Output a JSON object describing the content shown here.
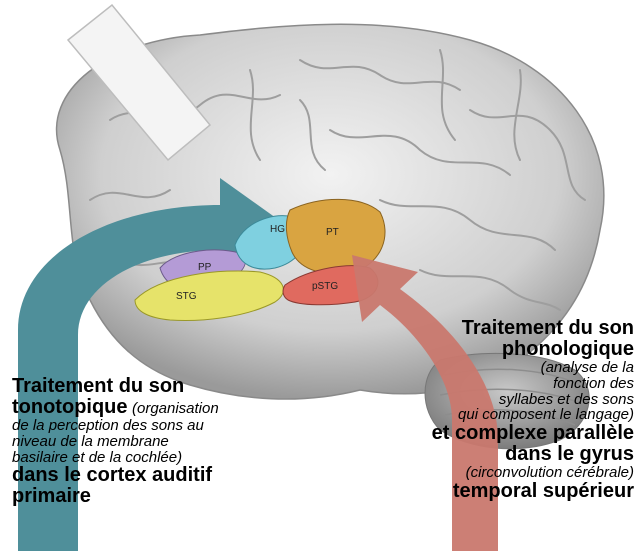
{
  "regions": {
    "hg": "HG",
    "pt": "PT",
    "pp": "PP",
    "stg": "STG",
    "pstg": "pSTG"
  },
  "left_label": {
    "line1": "Traitement du son",
    "line2_bold": "tonotopique",
    "line2_note": "(organisation",
    "note2": "de la perception des sons au",
    "note3": "niveau de la membrane",
    "note4": "basilaire et de la cochlée)",
    "line5": "dans le cortex auditif",
    "line6": "primaire"
  },
  "right_label": {
    "line1": "Traitement du son",
    "line2": "phonologique",
    "note1": "(analyse de la",
    "note2": "fonction des",
    "note3": "syllabes et des sons",
    "note4": "qui composent le langage)",
    "line7": "et complexe parallèle",
    "line8": "dans le gyrus",
    "note5": "(circonvolution cérébrale)",
    "line10": "temporal supérieur"
  },
  "colors": {
    "teal_arrow": "#4f8f9a",
    "red_arrow": "#c9786e",
    "hg": "#7fd0e0",
    "pt": "#d9a441",
    "pp": "#b49bd6",
    "stg": "#e6e36a",
    "pstg": "#e06a5f",
    "brain": "#d9d9d9"
  }
}
